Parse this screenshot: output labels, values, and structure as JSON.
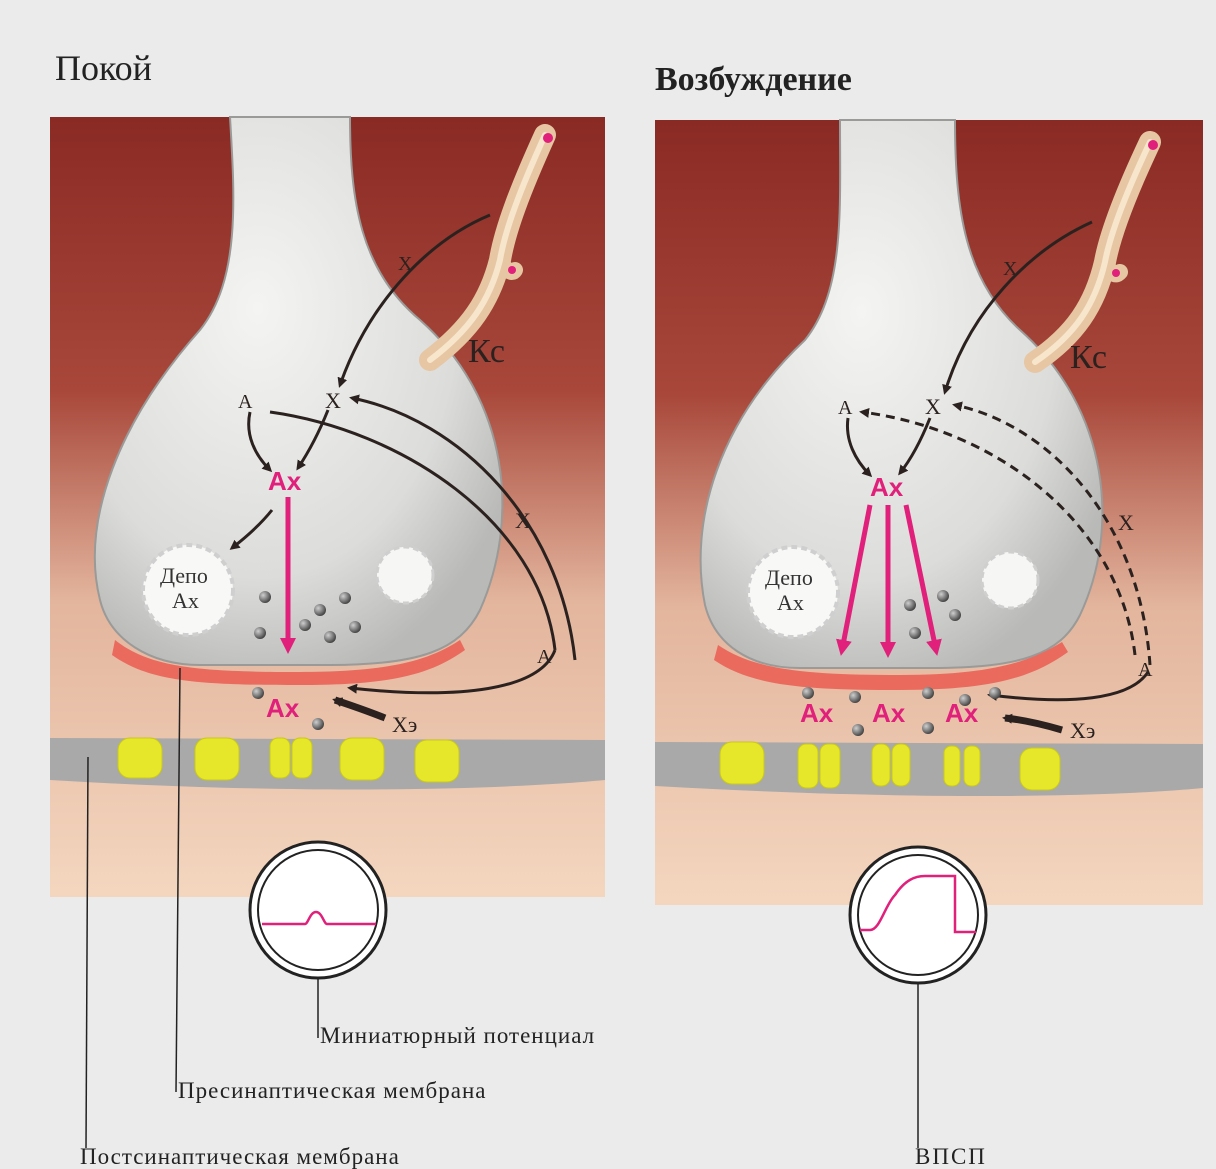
{
  "panels": {
    "rest": {
      "title": "Покой",
      "depot_line1": "Депо",
      "depot_line2": "Ах",
      "label_a_top": "А",
      "label_x_top": "Х",
      "label_ax_center": "Ах",
      "label_x_capillary": "Х",
      "label_ks": "Кс",
      "label_x_loop": "Х",
      "label_a_loop": "А",
      "label_ax_cleft": "Ах",
      "label_xe": "Хэ"
    },
    "excitation": {
      "title": "Возбуждение",
      "depot_line1": "Депо",
      "depot_line2": "Ах",
      "label_a_top": "А",
      "label_x_top": "Х",
      "label_ax_center": "Ах",
      "label_x_capillary": "Х",
      "label_ks": "Кс",
      "label_x_loop": "Х",
      "label_a_loop": "А",
      "label_ax_cleft_1": "Ах",
      "label_ax_cleft_2": "Ах",
      "label_ax_cleft_3": "Ах",
      "label_xe": "Хэ"
    }
  },
  "callouts": {
    "miniature_potential": "Миниатюрный потенциал",
    "presynaptic_membrane": "Пресинаптическая мембрана",
    "postsynaptic_membrane": "Постсинаптическая мембрана",
    "epsp": "ВПСП"
  },
  "colors": {
    "tissue_dark": "#8e2f28",
    "tissue_light": "#d58a70",
    "terminal": "#e2e2e0",
    "membrane": "#e9665e",
    "postsyn_band": "#a9a9a9",
    "receptor": "#e6e62a",
    "acetylcholine": "#e0207a",
    "arrow": "#2b2220"
  }
}
